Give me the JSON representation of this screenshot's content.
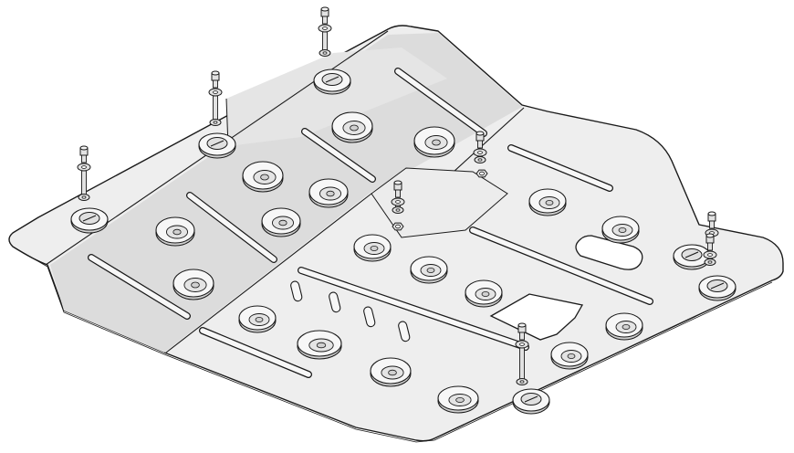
{
  "figure": {
    "subject": "underbody-skid-plate-exploded-assembly",
    "colors": {
      "background": "#ffffff",
      "outline": "#1a1a1a",
      "plate_fill": "#eeeeee",
      "panel_shade": "#dcdcdc",
      "panel_light": "#e7e7e7",
      "boss_fill": "#f7f7f7",
      "hole_fill": "#d0d0d0",
      "fastener_fill": "#e2e2e2"
    },
    "parts": {
      "plate_panels": 3,
      "stamped_bosses": 20,
      "stiffening_ribs": 12,
      "vent_slots": 4,
      "cutouts": 2,
      "fastener_stacks": 7,
      "slotted_mount_points": 6,
      "hex_nuts": 2
    },
    "icons": [
      "bolt-icon",
      "washer-icon",
      "hex-nut-icon",
      "slotted-mount-icon"
    ]
  }
}
